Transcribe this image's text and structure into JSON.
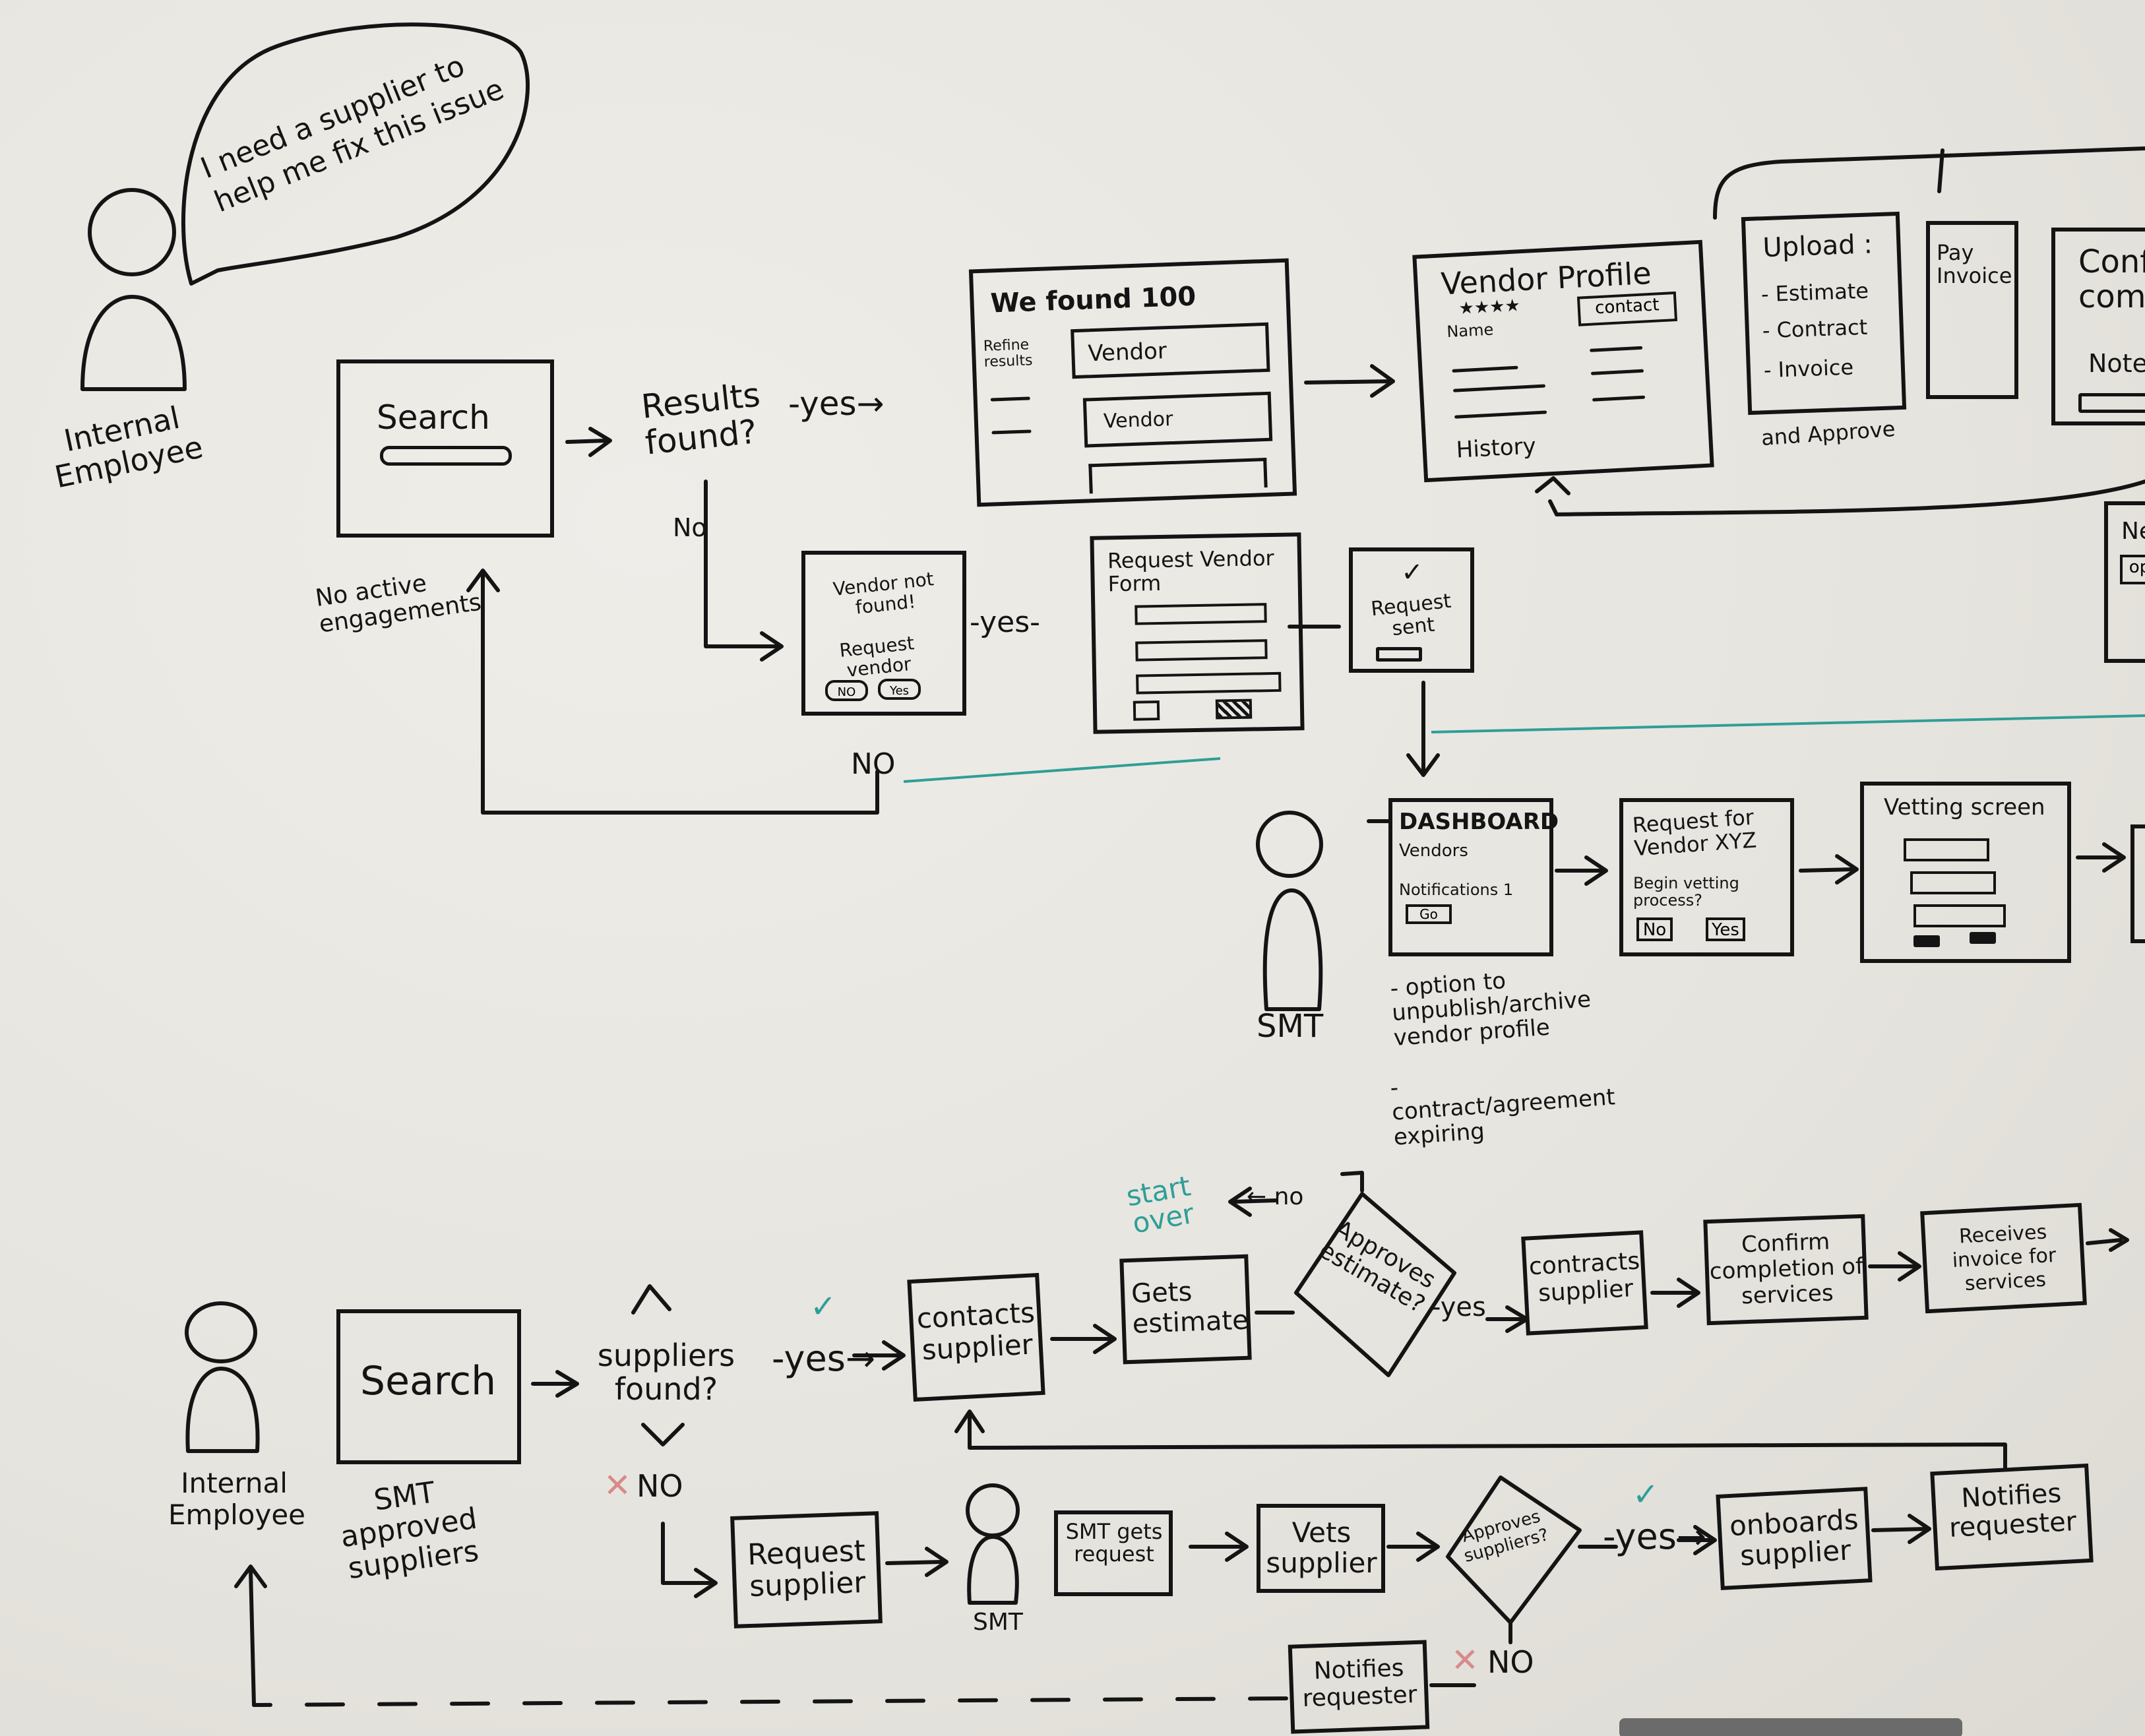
{
  "top_flow": {
    "persona_label": "Internal Employee",
    "speech_bubble": "I need a supplier to help me fix this issue",
    "search_box_title": "Search",
    "search_note": "No active engagements",
    "results_decision": "Results found?",
    "yes_1": "-yes→",
    "no_1": "No",
    "results_screen": {
      "title": "We found 100",
      "refine": "Refine results",
      "vendor_1": "Vendor",
      "vendor_2": "Vendor"
    },
    "vendor_profile": {
      "title": "Vendor Profile",
      "stars": "★★★★",
      "name": "Name",
      "contact": "contact",
      "history": "History"
    },
    "upload_panel": {
      "title": "Upload :",
      "item_1": "- Estimate",
      "item_2": "- Contract",
      "item_3": "- Invoice",
      "note": "and Approve"
    },
    "pay_invoice": "Pay Invoice",
    "confirm_panel": {
      "title": "Conf compl",
      "notes": "Note"
    },
    "partial_panel": {
      "label": "Ne",
      "button": "op"
    },
    "not_found_screen": {
      "title": "Vendor not found!",
      "sub": "Request vendor",
      "btn_no": "NO",
      "btn_yes": "Yes"
    },
    "yes_2": "-yes-",
    "request_form": {
      "title": "Request Vendor Form"
    },
    "request_sent": {
      "check": "✓",
      "title": "Request sent"
    },
    "no_2": "NO"
  },
  "smt_flow": {
    "persona_label": "SMT",
    "dashboard": {
      "title": "DASHBOARD",
      "vendors": "Vendors",
      "notifications": "Notifications 1",
      "button": "Go"
    },
    "dashboard_notes": {
      "note_1": "- option to unpublish/archive vendor profile",
      "note_2": "- contract/agreement expiring"
    },
    "request_for_vendor": {
      "title": "Request for Vendor XYZ",
      "question": "Begin vetting process?",
      "btn_no": "No",
      "btn_yes": "Yes"
    },
    "vetting_screen": {
      "title": "Vetting screen"
    }
  },
  "bottom_flow": {
    "persona_label": "Internal Employee",
    "search_title": "Search",
    "search_note": "SMT approved suppliers",
    "decision": "suppliers found?",
    "yes": "-yes→",
    "no": "NO",
    "contacts_supplier": "contacts supplier",
    "gets_estimate": "Gets estimate",
    "start_over": "start over",
    "no_short": "← no",
    "approves_estimate": "Approves estimate?",
    "yes_after_estimate": "-yes",
    "contracts_supplier": "contracts supplier",
    "confirm_completion": "Confirm completion of services",
    "receives_invoice": "Receives invoice for services",
    "request_supplier": "Request supplier",
    "smt_label": "SMT",
    "smt_gets_request": "SMT gets request",
    "vets_supplier": "Vets supplier",
    "approves_suppliers": "Approves suppliers?",
    "yes_onboard": "-yes→",
    "onboards_supplier": "onboards supplier",
    "notifies_requester_1": "Notifies requester",
    "no_after_approve": "NO",
    "notifies_requester_2": "Notifies requester"
  },
  "colors": {
    "ink": "#141414",
    "teal_marker": "#2f9e97",
    "red_marker": "#d88a8a",
    "board": "#e9e7e2"
  }
}
